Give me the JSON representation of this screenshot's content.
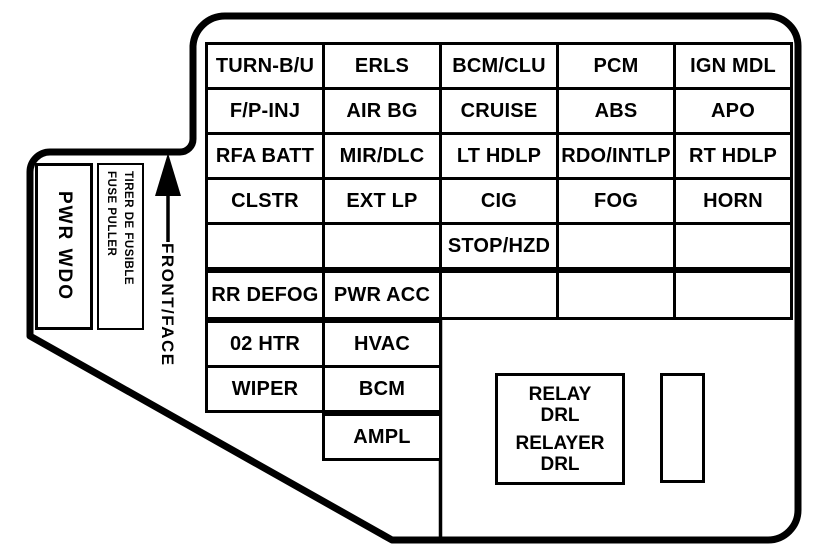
{
  "diagram": {
    "kind": "fuse-box-diagram",
    "colors": {
      "line": "#000000",
      "background": "#ffffff"
    },
    "fuse_grid": {
      "top_rows": [
        [
          "TURN-B/U",
          "ERLS",
          "BCM/CLU",
          "PCM",
          "IGN MDL"
        ],
        [
          "F/P-INJ",
          "AIR BG",
          "CRUISE",
          "ABS",
          "APO"
        ],
        [
          "RFA BATT",
          "MIR/DLC",
          "LT HDLP",
          "RDO/INTLP",
          "RT HDLP"
        ],
        [
          "CLSTR",
          "EXT LP",
          "CIG",
          "FOG",
          "HORN"
        ],
        [
          "",
          "",
          "STOP/HZD",
          "",
          ""
        ]
      ],
      "mid_row": [
        "RR DEFOG",
        "PWR ACC",
        "",
        "",
        ""
      ],
      "left_rows": [
        [
          "02 HTR",
          "HVAC"
        ],
        [
          "WIPER",
          "BCM"
        ]
      ],
      "ampl_cell": "AMPL"
    },
    "relay_box": {
      "lines": [
        "RELAY",
        "DRL",
        "RELAYER",
        "DRL"
      ]
    },
    "side_labels": {
      "pwr_wdo": "PWR WDO",
      "fuse_puller_line1": "FUSE PULLER",
      "fuse_puller_line2": "TIRER DE FUSIBLE",
      "front_face": "FRONT/FACE"
    }
  }
}
